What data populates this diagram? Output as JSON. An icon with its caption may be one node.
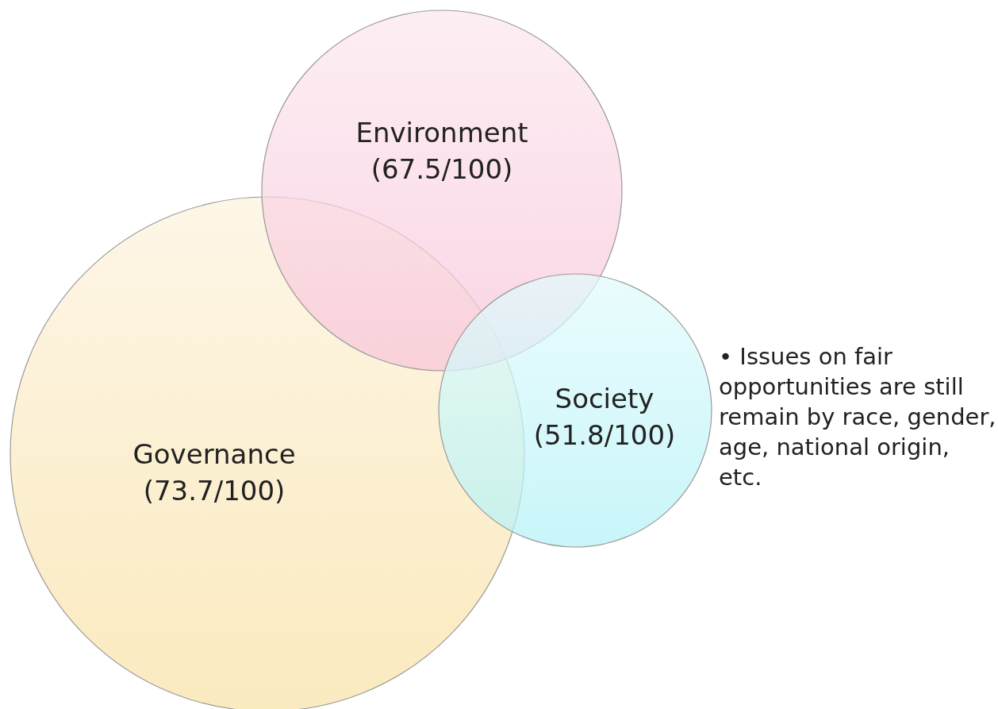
{
  "diagram": {
    "nodes": [
      {
        "text": [
          "Environment",
          "(67.5/100)"
        ]
      },
      {
        "text": [
          "Governance",
          "(73.7/100)"
        ]
      },
      {
        "text": [
          "Society",
          "(51.8/100)"
        ]
      }
    ],
    "labels": [
      "• Issues on fair opportunities are still remain by race, gender, age, national origin, etc."
    ]
  }
}
